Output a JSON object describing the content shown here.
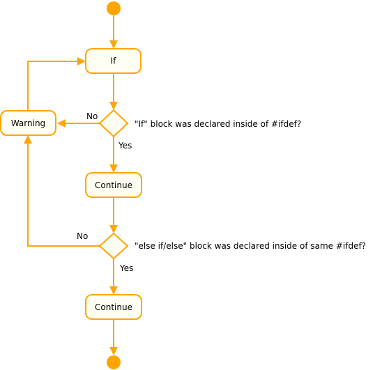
{
  "colors": {
    "accent": "#ffa500",
    "node_fill": "#fefef2",
    "text": "#000000",
    "background": "#ffffff"
  },
  "nodes": {
    "if": "If",
    "warning": "Warning",
    "continue_1": "Continue",
    "continue_2": "Continue"
  },
  "decisions": {
    "first": "\"If\" block was declared inside of #ifdef?",
    "second": "\"else if/else\" block was declared inside of same #ifdef?"
  },
  "edge_labels": {
    "no_1": "No",
    "yes_1": "Yes",
    "no_2": "No",
    "yes_2": "Yes"
  }
}
